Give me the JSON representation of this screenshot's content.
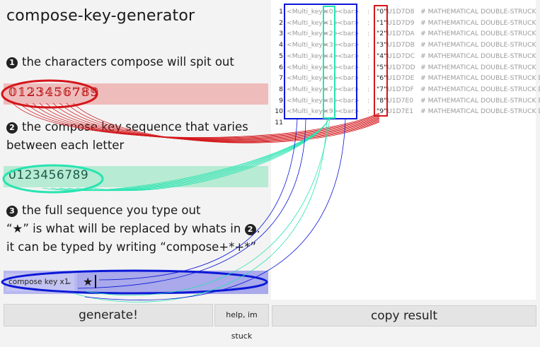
{
  "app_title": "compose-key-generator",
  "steps": {
    "s1": {
      "num": "1",
      "text": "the characters compose will spit out"
    },
    "s2": {
      "num": "2",
      "text_line1": "the compose key sequence that varies",
      "text_line2": "between each letter"
    },
    "s3": {
      "num": "3",
      "line1": "the full sequence you type out",
      "line2_pre": "“★” is what will be replaced by whats in ",
      "line2_num": "2",
      "line2_post": ".",
      "line3": "it can be typed by writing “compose+*+*”"
    }
  },
  "inputs": {
    "output_chars": "𝟘𝟙𝟚𝟛𝟜𝟝𝟞𝟟𝟠𝟡",
    "variable_seq": "0123456789",
    "prefix_select": "compose key x1",
    "full_sequence": "★"
  },
  "buttons": {
    "generate": "generate!",
    "help": "help, im stuck",
    "copy": "copy result"
  },
  "result": {
    "lines": [
      {
        "n": "1",
        "mk": "<Multi_key>",
        "k": "<0>",
        "b": "<bar>",
        "c": ":",
        "ch": "\"0\"",
        "cp": "U1D7D8",
        "cm": "# MATHEMATICAL DOUBLE-STRUCK"
      },
      {
        "n": "2",
        "mk": "<Multi_key>",
        "k": "<1>",
        "b": "<bar>",
        "c": ":",
        "ch": "\"1\"",
        "cp": "U1D7D9",
        "cm": "# MATHEMATICAL DOUBLE-STRUCK"
      },
      {
        "n": "3",
        "mk": "<Multi_key>",
        "k": "<2>",
        "b": "<bar>",
        "c": ":",
        "ch": "\"2\"",
        "cp": "U1D7DA",
        "cm": "# MATHEMATICAL DOUBLE-STRUCK"
      },
      {
        "n": "4",
        "mk": "<Multi_key>",
        "k": "<3>",
        "b": "<bar>",
        "c": ":",
        "ch": "\"3\"",
        "cp": "U1D7DB",
        "cm": "# MATHEMATICAL DOUBLE-STRUCK"
      },
      {
        "n": "5",
        "mk": "<Multi_key>",
        "k": "<4>",
        "b": "<bar>",
        "c": ":",
        "ch": "\"4\"",
        "cp": "U1D7DC",
        "cm": "# MATHEMATICAL DOUBLE-STRUCK"
      },
      {
        "n": "6",
        "mk": "<Multi_key>",
        "k": "<5>",
        "b": "<bar>",
        "c": ":",
        "ch": "\"5\"",
        "cp": "U1D7DD",
        "cm": "# MATHEMATICAL DOUBLE-STRUCK"
      },
      {
        "n": "7",
        "mk": "<Multi_key>",
        "k": "<6>",
        "b": "<bar>",
        "c": ":",
        "ch": "\"6\"",
        "cp": "U1D7DE",
        "cm": "# MATHEMATICAL DOUBLE-STRUCK DI"
      },
      {
        "n": "8",
        "mk": "<Multi_key>",
        "k": "<7>",
        "b": "<bar>",
        "c": ":",
        "ch": "\"7\"",
        "cp": "U1D7DF",
        "cm": "# MATHEMATICAL DOUBLE-STRUCK DI"
      },
      {
        "n": "9",
        "mk": "<Multi_key>",
        "k": "<8>",
        "b": "<bar>",
        "c": ":",
        "ch": "\"8\"",
        "cp": "U1D7E0",
        "cm": "# MATHEMATICAL DOUBLE-STRUCK DI"
      },
      {
        "n": "10",
        "mk": "<Multi_key>",
        "k": "<9>",
        "b": "<bar>",
        "c": ":",
        "ch": "\"9\"",
        "cp": "U1D7E1",
        "cm": "# MATHEMATICAL DOUBLE-STRUCK DI"
      },
      {
        "n": "11",
        "mk": "",
        "k": "",
        "b": "",
        "c": "",
        "ch": "",
        "cp": "",
        "cm": ""
      }
    ]
  },
  "colors": {
    "red": "#d3161a",
    "green": "#27e4b0",
    "blue": "#0a17d6"
  }
}
